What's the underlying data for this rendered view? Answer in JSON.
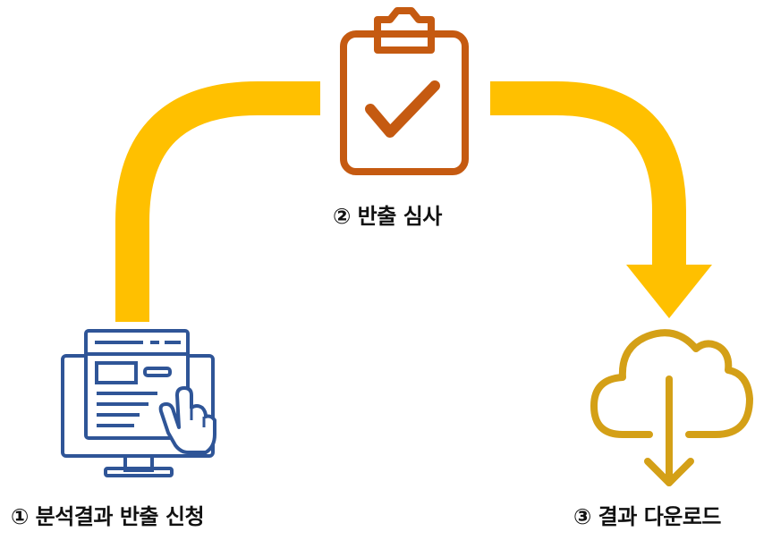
{
  "steps": [
    {
      "label": "① 분석결과 반출 신청",
      "icon": "computer-click-icon"
    },
    {
      "label": "② 반출 심사",
      "icon": "clipboard-check-icon"
    },
    {
      "label": "③ 결과 다운로드",
      "icon": "cloud-download-icon"
    }
  ],
  "colors": {
    "arrow": "#FFC000",
    "step1_icon": "#2F5597",
    "step2_icon": "#C55A11",
    "step3_icon": "#D4A017",
    "text": "#111111"
  }
}
